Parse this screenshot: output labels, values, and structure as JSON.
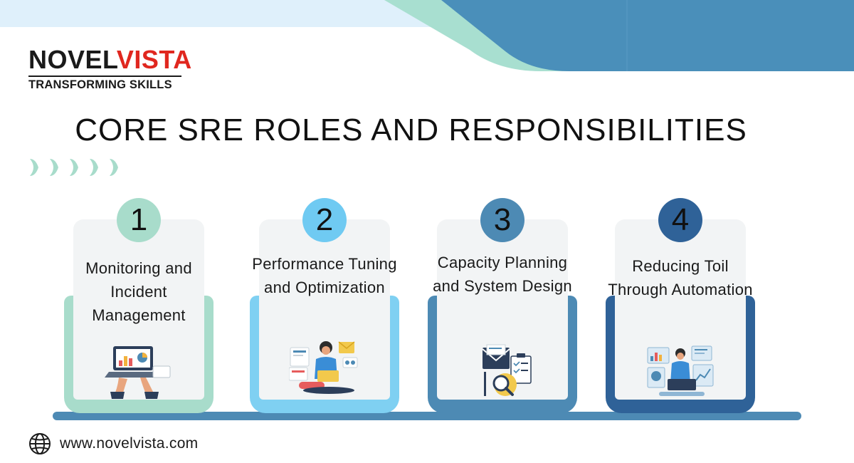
{
  "brand": {
    "logo_part1": "NOVEL",
    "logo_part2": "VISTA",
    "tagline": "TRANSFORMING SKILLS"
  },
  "title": "CORE SRE ROLES AND RESPONSIBILITIES",
  "cards": [
    {
      "number": "1",
      "label": "Monitoring and Incident Management",
      "base_color": "#a8dccb",
      "badge_color": "#a8dccb",
      "icon": "laptop-analytics-illustration"
    },
    {
      "number": "2",
      "label": "Performance Tuning and Optimization",
      "base_color": "#7fd0f2",
      "badge_color": "#6fcaf2",
      "icon": "person-with-documents-illustration"
    },
    {
      "number": "3",
      "label": "Capacity Planning and System Design",
      "base_color": "#4d8ab4",
      "badge_color": "#4d8ab4",
      "icon": "email-checklist-search-illustration"
    },
    {
      "number": "4",
      "label": "Reducing Toil Through Automation",
      "base_color": "#2f6298",
      "badge_color": "#2f6298",
      "icon": "automation-dashboard-illustration"
    }
  ],
  "footer": {
    "icon": "globe-icon",
    "website": "www.novelvista.com"
  },
  "colors": {
    "mint": "#a8dccb",
    "sky": "#7fd0f2",
    "steel": "#4d8ab4",
    "navy": "#2f6298",
    "brand_red": "#e0271f"
  }
}
